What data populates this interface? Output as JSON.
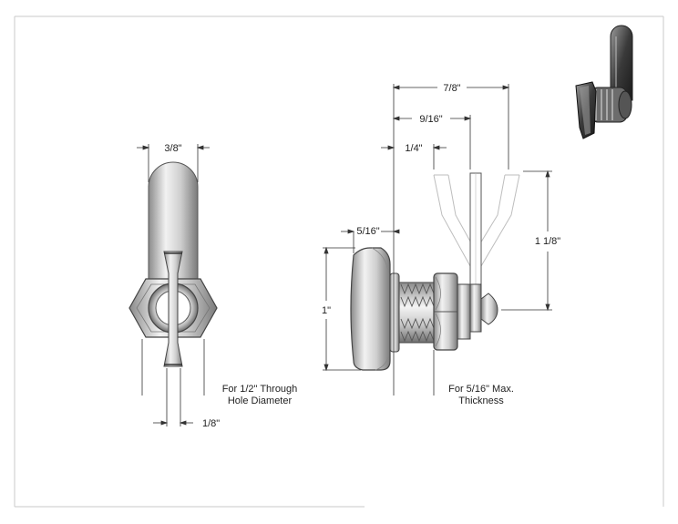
{
  "dimensions": {
    "front_width": "3/8\"",
    "front_bottom": "1/8\"",
    "top_overall": "7/8\"",
    "top_mid": "9/16\"",
    "top_small": "1/4\"",
    "knob_depth": "5/16\"",
    "height_1": "1\"",
    "cam_height": "1 1/8\""
  },
  "notes": {
    "hole_line1": "For 1/2\" Through",
    "hole_line2": "Hole Diameter",
    "thickness_line1": "For 5/16\" Max.",
    "thickness_line2": "Thickness"
  }
}
